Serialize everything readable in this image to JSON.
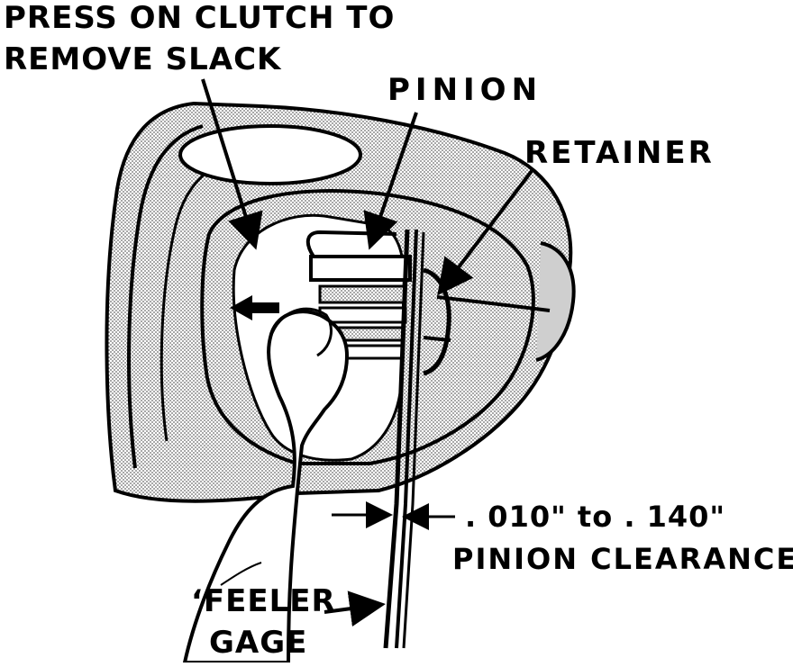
{
  "labels": {
    "press_line1": "PRESS ON CLUTCH TO",
    "press_line2": "REMOVE SLACK",
    "pinion": "PINION",
    "retainer": "RETAINER",
    "clearance_line1": ". 010\" to . 140\"",
    "clearance_line2": "PINION CLEARANCE",
    "feeler_line1": "‘FEELER",
    "feeler_line2": "GAGE"
  },
  "colors": {
    "ink": "#000000",
    "paper": "#ffffff",
    "shade": "#bdbdbd"
  }
}
